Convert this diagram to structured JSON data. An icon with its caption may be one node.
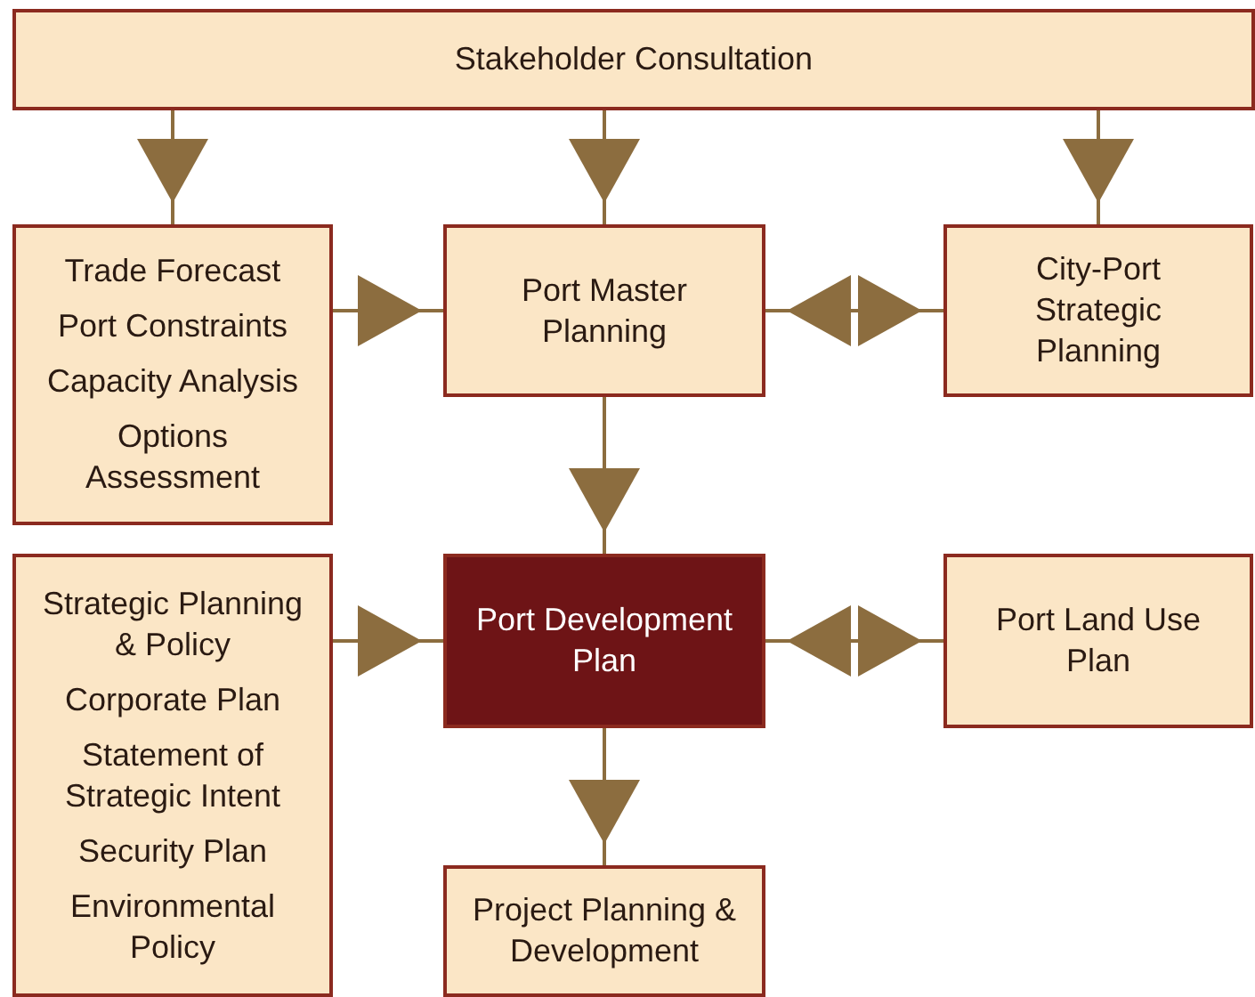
{
  "diagram": {
    "nodes": [
      {
        "text": [
          "Stakeholder Consultation"
        ]
      },
      {
        "text": [
          "Trade Forecast",
          "Port Constraints",
          "Capacity Analysis",
          "Options Assessment"
        ]
      },
      {
        "text": [
          "Port Master Planning"
        ]
      },
      {
        "text": [
          "City-Port Strategic Planning"
        ]
      },
      {
        "text": [
          "Strategic Planning & Policy",
          "Corporate Plan",
          "Statement of Strategic Intent",
          "Security Plan",
          "Environmental Policy"
        ]
      },
      {
        "text": [
          "Port Development Plan"
        ]
      },
      {
        "text": [
          "Port Land Use Plan"
        ]
      },
      {
        "text": [
          "Project Planning & Development"
        ]
      }
    ],
    "edges": [
      {
        "from": 0,
        "to": 1,
        "arrow": "to"
      },
      {
        "from": 0,
        "to": 2,
        "arrow": "to"
      },
      {
        "from": 0,
        "to": 3,
        "arrow": "to"
      },
      {
        "from": 1,
        "to": 2,
        "arrow": "to"
      },
      {
        "from": 2,
        "to": 3,
        "arrow": "both"
      },
      {
        "from": 2,
        "to": 5,
        "arrow": "to"
      },
      {
        "from": 4,
        "to": 5,
        "arrow": "to"
      },
      {
        "from": 5,
        "to": 6,
        "arrow": "both"
      },
      {
        "from": 5,
        "to": 7,
        "arrow": "to"
      }
    ]
  }
}
